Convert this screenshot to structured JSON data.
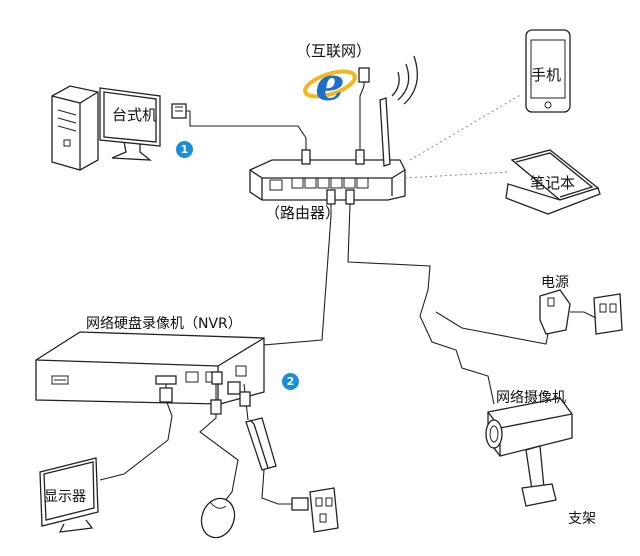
{
  "labels": {
    "internet": "（互联网）",
    "phone": "手机",
    "desktop": "台式机",
    "laptop": "笔记本",
    "router": "（路由器）",
    "power": "电源",
    "nvr": "网络硬盘录像机（NVR）",
    "camera": "网络摄像机",
    "monitor": "显示器",
    "stand": "支架"
  },
  "badges": {
    "one": "1",
    "two": "2"
  },
  "colors": {
    "accent": "#1a8fd6",
    "line": "#222222",
    "ie_blue": "#1e6fc8",
    "ie_ring": "#f2b61f"
  },
  "icons": [
    "ie-icon",
    "wifi-signal-icon"
  ]
}
